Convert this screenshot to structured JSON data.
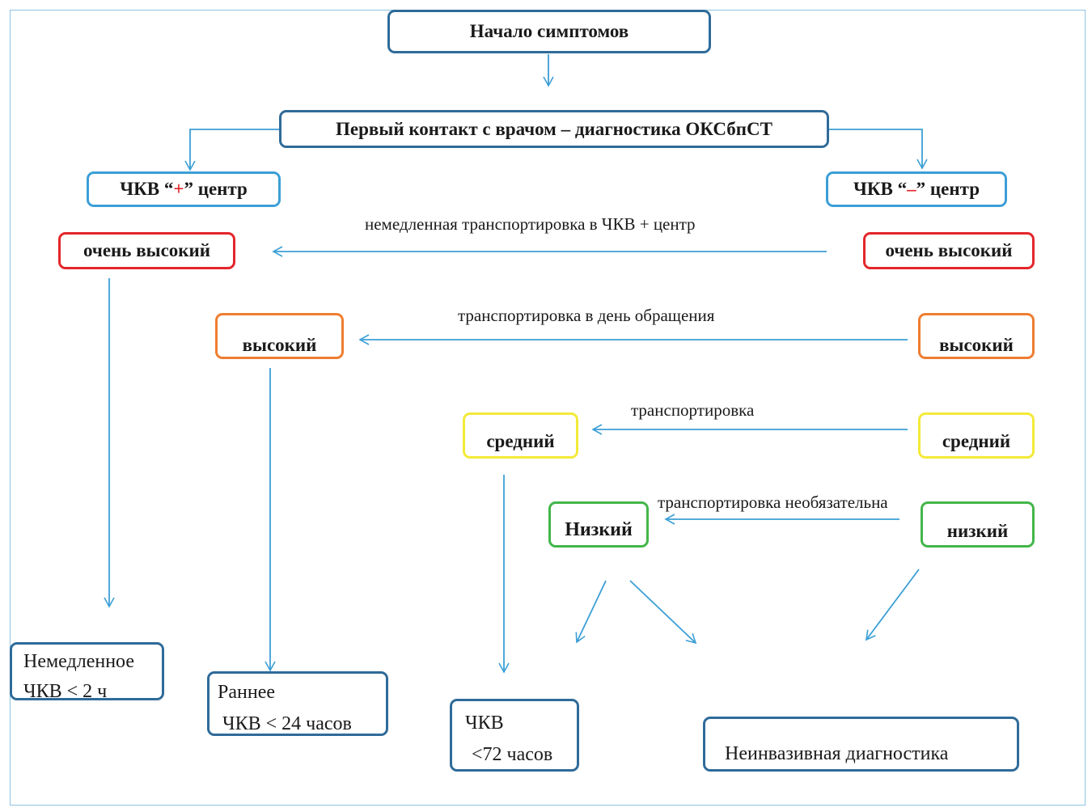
{
  "start": {
    "label": "Начало симптомов"
  },
  "first_contact": {
    "label": "Первый контакт с врачом – диагностика ОКСбпСТ"
  },
  "pci_plus_center": {
    "prefix": "ЧКВ “",
    "sign": "+",
    "suffix": "” центр"
  },
  "pci_minus_center": {
    "prefix": "ЧКВ “",
    "sign": "–",
    "suffix": "” центр"
  },
  "risk_left": {
    "very_high": "очень высокий",
    "high": "высокий",
    "medium": "средний",
    "low": "Низкий"
  },
  "risk_right": {
    "very_high": "очень высокий",
    "high": "высокий",
    "medium": "средний",
    "low": "низкий"
  },
  "transport_labels": {
    "very_high": "немедленная транспортировка в ЧКВ + центр",
    "high": "транспортировка в день обращения",
    "medium": "транспортировка",
    "low": "транспортировка  необязательна"
  },
  "outcomes": {
    "immediate": {
      "line1": "Немедленное",
      "line2": "ЧКВ < 2 ч"
    },
    "early": {
      "line1": "Раннее",
      "line2": "ЧКВ < 24 часов"
    },
    "pci72": {
      "line1": "ЧКВ",
      "line2": "<72 часов"
    },
    "noninvasive": {
      "line1": "Неинвазивная диагностика"
    }
  },
  "colors": {
    "frame": "#8cc5e3",
    "arrows": "#3c9fd6",
    "dark_blue_border": "#2f6b99",
    "light_blue_border": "#3c9fd6",
    "very_high": "#e3262b",
    "high": "#ee7d30",
    "medium": "#f3ea38",
    "low": "#43b649"
  }
}
